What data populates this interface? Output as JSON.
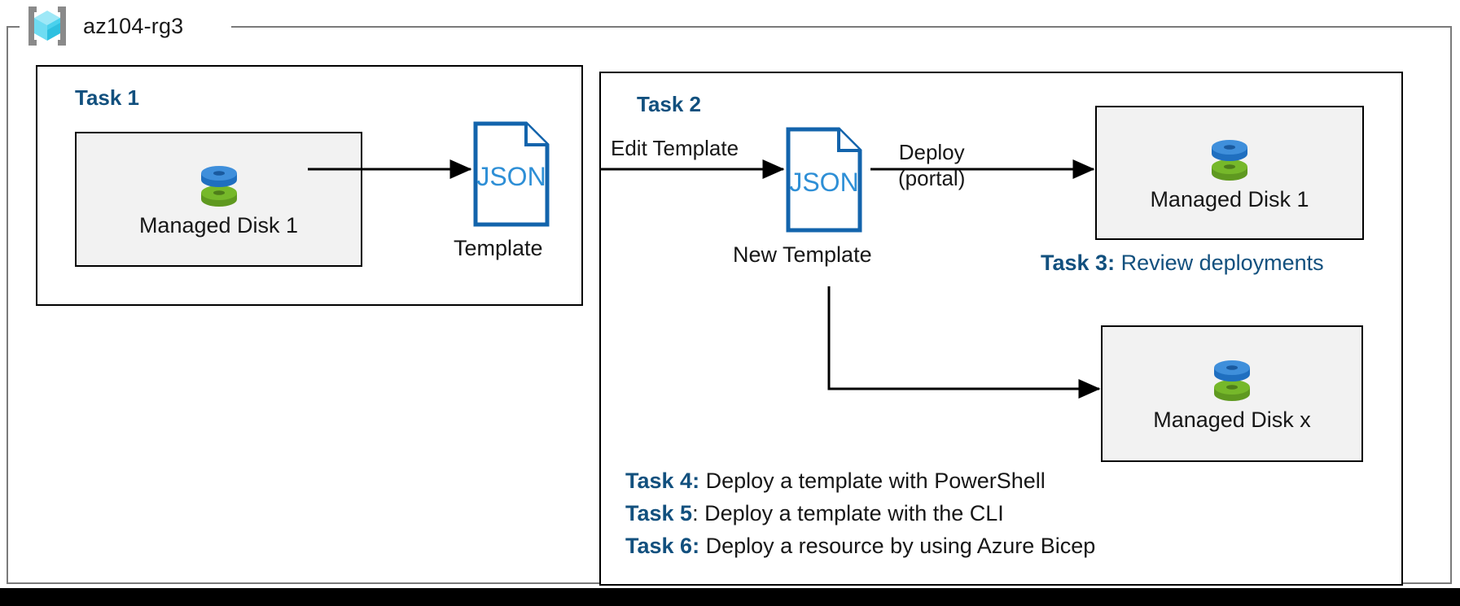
{
  "resource_group": {
    "name": "az104-rg3",
    "icon": "azure-resource-group-icon",
    "icon_colors": {
      "bracket": "#8a8a8a",
      "cube_light": "#9ee8f7",
      "cube_mid": "#4fd3ef",
      "cube_dark": "#2ec0e0"
    }
  },
  "colors": {
    "accent_blue": "#12507e",
    "json_blue": "#1364ac",
    "resource_fill": "#f2f2f2",
    "outline_black": "#000000",
    "container_gray": "#7a7a7a",
    "disk_blue": "#3f8fdb",
    "disk_green": "#76b82a"
  },
  "task1": {
    "heading": "Task 1",
    "resource": {
      "label": "Managed Disk 1",
      "icon": "managed-disk-icon"
    },
    "template": {
      "doc_text": "JSON",
      "caption": "Template",
      "icon": "json-file-icon"
    }
  },
  "task2": {
    "heading": "Task 2",
    "edit_label": "Edit Template",
    "template": {
      "doc_text": "JSON",
      "caption": "New Template",
      "icon": "json-file-icon"
    },
    "deploy_label_line1": "Deploy",
    "deploy_label_line2": "(portal)",
    "deployed_resource": {
      "label": "Managed Disk 1",
      "icon": "managed-disk-icon"
    },
    "scripted_resource": {
      "label": "Managed Disk x",
      "icon": "managed-disk-icon"
    }
  },
  "notes": {
    "task3": {
      "num": "Task 3",
      "colon": ":",
      "desc": " Review deployments"
    },
    "task4": {
      "num": "Task 4",
      "colon": ":",
      "desc": " Deploy a template with PowerShell"
    },
    "task5": {
      "num": "Task 5",
      "colon": ":",
      "desc": " Deploy a template with the CLI"
    },
    "task6": {
      "num": "Task 6",
      "colon": ":",
      "desc": " Deploy a resource by using Azure Bicep"
    }
  }
}
